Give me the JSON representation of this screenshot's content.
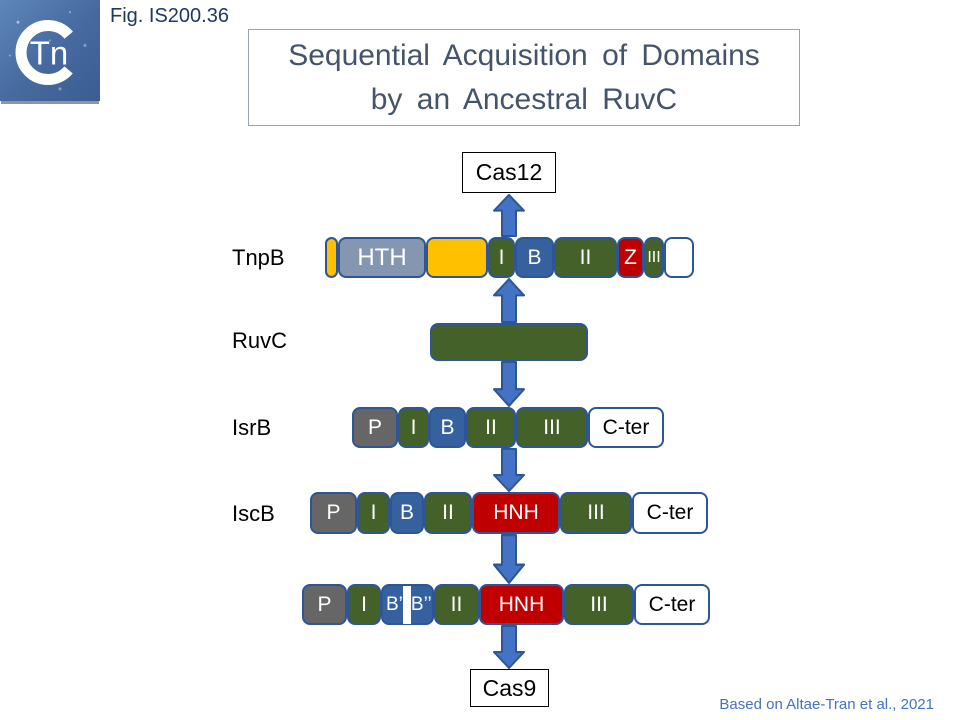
{
  "figure_label": "Fig. IS200.36",
  "logo": {
    "ring_letter": "C",
    "inner_text": "Tn"
  },
  "title": {
    "line1": "Sequential Acquisition of Domains",
    "line2": "by an Ancestral RuvC"
  },
  "boxes": {
    "cas12": "Cas12",
    "cas9": "Cas9"
  },
  "attribution": "Based on Altae-Tran et al., 2021",
  "colors": {
    "green": "#44612A",
    "blue": "#35619E",
    "grey": "#666666",
    "yellow": "#FFC000",
    "red": "#C00000",
    "slate": "#8496B0",
    "white": "#FFFFFF",
    "segment_border": "#2E5597",
    "arrow_fill": "#4472C4",
    "arrow_border": "#2E5597",
    "title_text": "#44546A",
    "fig_label_text": "#203864",
    "attribution_text": "#4472C4"
  },
  "rows": [
    {
      "key": "tnpb",
      "name": "TnpB",
      "segments": [
        {
          "id": "n-cap",
          "label": "",
          "color": "yellow",
          "width": 13
        },
        {
          "id": "hth",
          "label": "HTH",
          "color": "slate",
          "width": 88,
          "font": 24
        },
        {
          "id": "linker",
          "label": "",
          "color": "yellow",
          "width": 62
        },
        {
          "id": "i",
          "label": "I",
          "color": "green",
          "width": 27
        },
        {
          "id": "b",
          "label": "B",
          "color": "blue",
          "width": 39
        },
        {
          "id": "ii",
          "label": "II",
          "color": "green",
          "width": 63
        },
        {
          "id": "z",
          "label": "Z",
          "color": "red",
          "width": 27
        },
        {
          "id": "iii",
          "label": "III",
          "color": "green",
          "width": 20,
          "font": 16
        },
        {
          "id": "c-cap",
          "label": "",
          "color": "white",
          "width": 30
        }
      ]
    },
    {
      "key": "ruvc",
      "name": "RuvC",
      "segments": [
        {
          "id": "ruvc-core",
          "label": "",
          "color": "green",
          "width": 158
        }
      ]
    },
    {
      "key": "isrb",
      "name": "IsrB",
      "segments": [
        {
          "id": "p",
          "label": "P",
          "color": "grey",
          "width": 46
        },
        {
          "id": "i",
          "label": "I",
          "color": "green",
          "width": 31
        },
        {
          "id": "b",
          "label": "B",
          "color": "blue",
          "width": 37
        },
        {
          "id": "ii",
          "label": "II",
          "color": "green",
          "width": 50
        },
        {
          "id": "iii",
          "label": "III",
          "color": "green",
          "width": 72
        },
        {
          "id": "cter",
          "label": "C-ter",
          "color": "white",
          "width": 76
        }
      ]
    },
    {
      "key": "iscb",
      "name": "IscB",
      "segments": [
        {
          "id": "p",
          "label": "P",
          "color": "grey",
          "width": 47
        },
        {
          "id": "i",
          "label": "I",
          "color": "green",
          "width": 33
        },
        {
          "id": "b",
          "label": "B",
          "color": "blue",
          "width": 34
        },
        {
          "id": "ii",
          "label": "II",
          "color": "green",
          "width": 48
        },
        {
          "id": "hnh",
          "label": "HNH",
          "color": "red",
          "width": 88
        },
        {
          "id": "iii",
          "label": "III",
          "color": "green",
          "width": 72
        },
        {
          "id": "cter",
          "label": "C-ter",
          "color": "white",
          "width": 76
        }
      ]
    },
    {
      "key": "cas9pre",
      "name": "",
      "segments": [
        {
          "id": "p",
          "label": "P",
          "color": "grey",
          "width": 45
        },
        {
          "id": "i",
          "label": "I",
          "color": "green",
          "width": 34
        },
        {
          "id": "b-split",
          "label": "",
          "color": "blue",
          "width": 53,
          "split": {
            "left": "B’",
            "right": "B’’"
          },
          "font": 19
        },
        {
          "id": "ii",
          "label": "II",
          "color": "green",
          "width": 45
        },
        {
          "id": "hnh",
          "label": "HNH",
          "color": "red",
          "width": 85
        },
        {
          "id": "iii",
          "label": "III",
          "color": "green",
          "width": 70
        },
        {
          "id": "cter",
          "label": "C-ter",
          "color": "white",
          "width": 76
        }
      ]
    }
  ]
}
